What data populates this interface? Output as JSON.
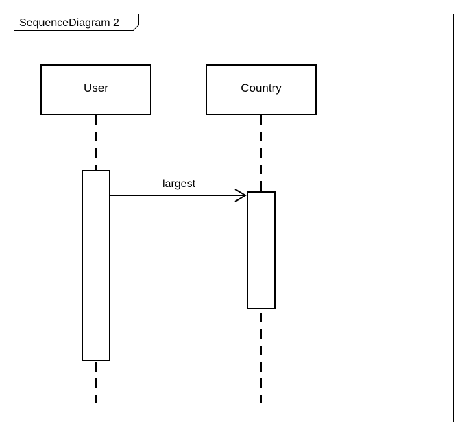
{
  "frame": {
    "title": "SequenceDiagram 2"
  },
  "lifelines": [
    {
      "name": "User"
    },
    {
      "name": "Country"
    }
  ],
  "messages": [
    {
      "label": "largest",
      "from": "User",
      "to": "Country",
      "arrow": "open-arrowhead"
    }
  ],
  "colors": {
    "stroke": "#000000",
    "fill": "#ffffff"
  }
}
